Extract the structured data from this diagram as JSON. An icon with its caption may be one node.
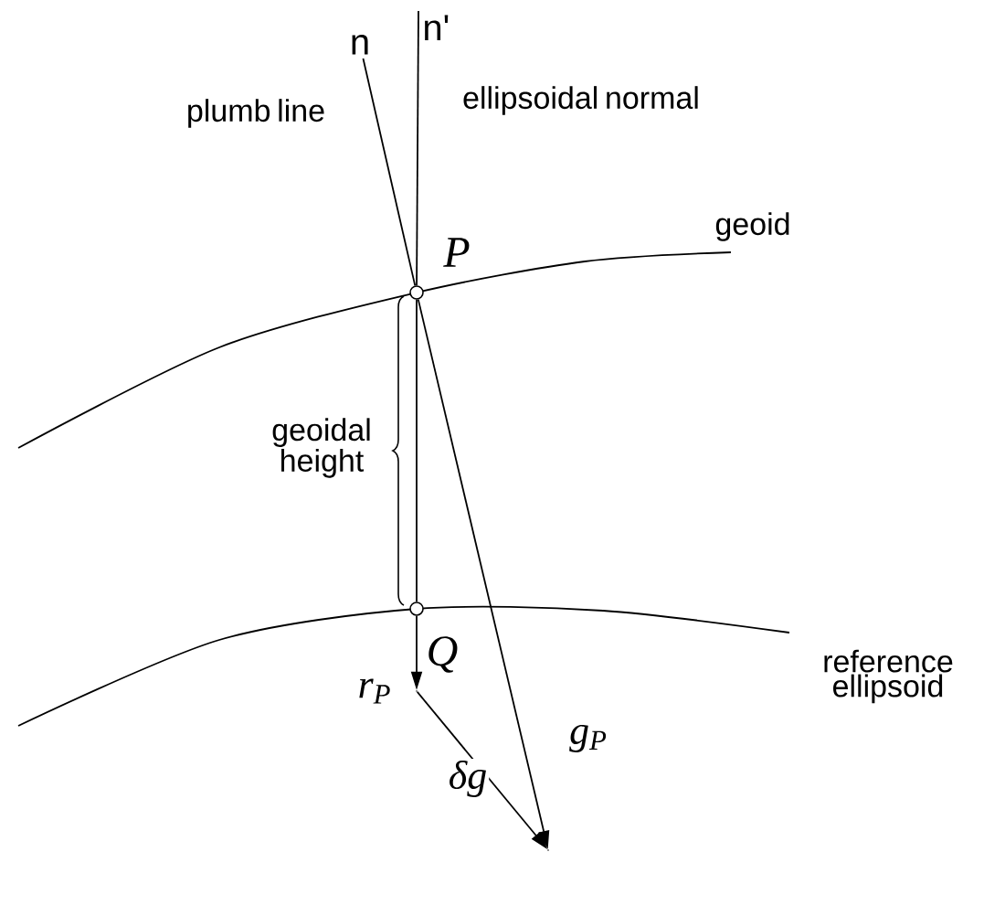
{
  "diagram": {
    "nodes": [
      {
        "text": [
          "n"
        ]
      },
      {
        "text": [
          "n'"
        ]
      },
      {
        "text": [],
        "shape": "circle",
        "beside": [
          "P"
        ]
      },
      {
        "text": [],
        "shape": "circle",
        "beside": [
          "Q"
        ]
      },
      {
        "text": [],
        "shape": "point"
      },
      {
        "text": [],
        "shape": "point"
      }
    ],
    "edges": [
      {
        "from": 0,
        "to": 2,
        "arrow": "none"
      },
      {
        "from": 1,
        "to": 2,
        "arrow": "none"
      },
      {
        "from": 2,
        "to": 3,
        "arrow": "none"
      },
      {
        "from": 3,
        "to": 4,
        "arrow": "to",
        "label": "r$_{P}$"
      },
      {
        "from": 4,
        "to": 5,
        "arrow": "to",
        "label": "δg"
      },
      {
        "from": 2,
        "to": 5,
        "arrow": "to",
        "label": "g$_{P}$"
      }
    ],
    "labels": [
      "plumb line",
      "ellipsoidal normal",
      "geoid",
      "geoidal height",
      "reference ellipsoid"
    ]
  }
}
